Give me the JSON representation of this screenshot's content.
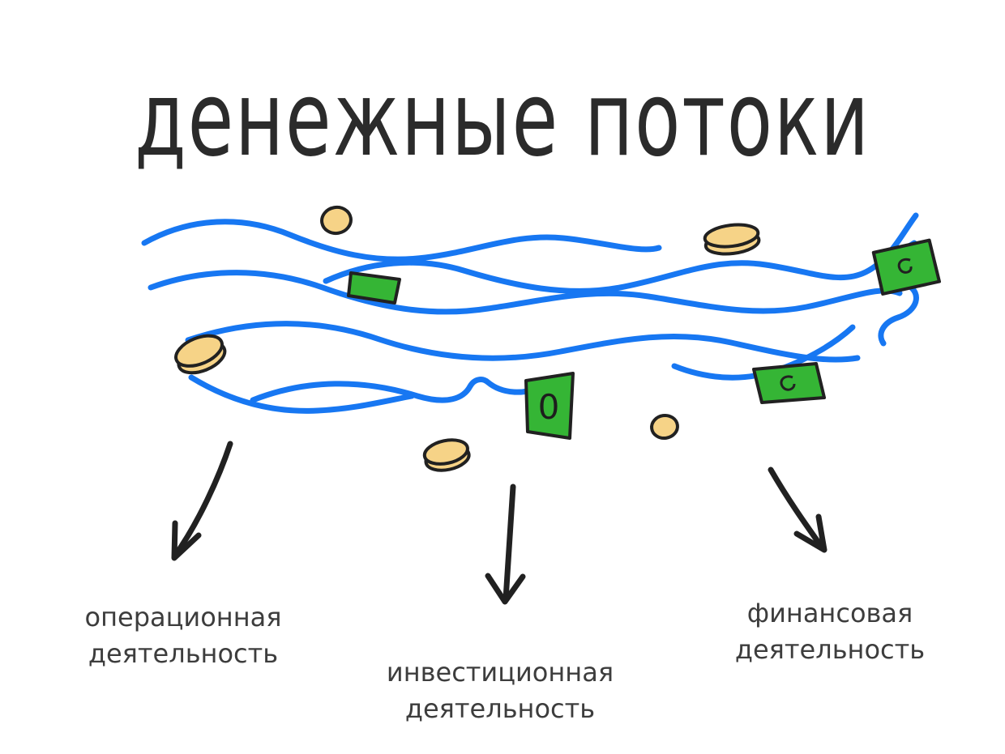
{
  "title": "денежные потоки",
  "labels": {
    "operating": {
      "line1": "операционная",
      "line2": "деятельность"
    },
    "investing": {
      "line1": "инвестиционная",
      "line2": "деятельность"
    },
    "financing": {
      "line1": "финансовая",
      "line2": "деятельность"
    }
  },
  "bill_marks": {
    "zero": "0"
  },
  "colors": {
    "background": "#ffffff",
    "wave_blue": "#1777f2",
    "coin_yellow": "#f6d387",
    "bill_green": "#35b535",
    "ink": "#212121",
    "label_text": "#3d3d3d"
  }
}
